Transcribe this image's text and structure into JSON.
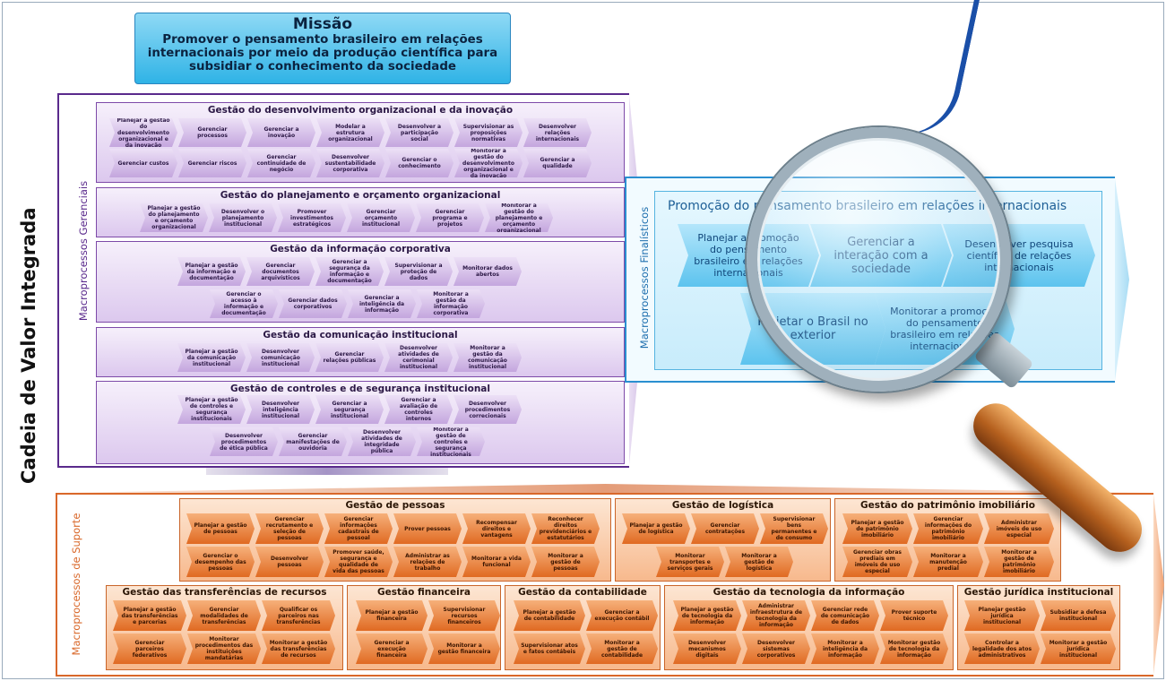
{
  "title": "Cadeia de Valor Integrada",
  "mission": {
    "heading": "Missão",
    "text": "Promover o pensamento brasileiro em relações internacionais por meio da produção científica para subsidiar o conhecimento da sociedade"
  },
  "gerenciais": {
    "label": "Macroprocessos Gerenciais",
    "groups": [
      {
        "title": "Gestão do desenvolvimento organizacional e da inovação",
        "rows": [
          [
            "Planejar a gestão do desenvolvimento organizacional e da inovação",
            "Gerenciar processos",
            "Gerenciar a inovação",
            "Modelar a estrutura organizacional",
            "Desenvolver a participação social",
            "Supervisionar as proposições normativas",
            "Desenvolver relações internacionais"
          ],
          [
            "Gerenciar custos",
            "Gerenciar riscos",
            "Gerenciar continuidade de negócio",
            "Desenvolver sustentabilidade corporativa",
            "Gerenciar o conhecimento",
            "Monitorar a gestão do desenvolvimento organizacional e da inovação",
            "Gerenciar a qualidade"
          ]
        ]
      },
      {
        "title": "Gestão do planejamento e orçamento organizacional",
        "rows": [
          [
            "Planejar a gestão do planejamento e orçamento organizacional",
            "Desenvolver o planejamento institucional",
            "Promover investimentos estratégicos",
            "Gerenciar orçamento institucional",
            "Gerenciar programa e projetos",
            "Monitorar a gestão do planejamento e orçamento organizacional"
          ]
        ]
      },
      {
        "title": "Gestão da informação corporativa",
        "rows": [
          [
            "Planejar a gestão da informação e documentação",
            "Gerenciar documentos arquivísticos",
            "Gerenciar a segurança da informação e documentação",
            "Supervisionar a proteção de dados",
            "Monitorar dados abertos"
          ],
          [
            "Gerenciar o acesso à informação e documentação",
            "Gerenciar dados corporativos",
            "Gerenciar a inteligência da informação",
            "Monitorar a gestão da informação corporativa"
          ]
        ]
      },
      {
        "title": "Gestão da comunicação institucional",
        "rows": [
          [
            "Planejar a gestão da comunicação institucional",
            "Desenvolver comunicação institucional",
            "Gerenciar relações públicas",
            "Desenvolver atividades de cerimonial institucional",
            "Monitorar a gestão da comunicação institucional"
          ]
        ]
      },
      {
        "title": "Gestão de controles e de segurança institucional",
        "rows": [
          [
            "Planejar a gestão de controles e segurança institucionais",
            "Desenvolver inteligência institucional",
            "Gerenciar a segurança institucional",
            "Gerenciar a avaliação de controles internos",
            "Desenvolver procedimentos correcionais"
          ],
          [
            "Desenvolver procedimentos de ética pública",
            "Gerenciar manifestações de ouvidoria",
            "Desenvolver atividades de integridade pública",
            "Monitorar a gestão de controles e segurança institucionais"
          ]
        ]
      }
    ]
  },
  "finalisticos": {
    "label": "Macroprocessos Finalísticos",
    "title": "Promoção do pensamento brasileiro em relações internacionais",
    "items": [
      "Planejar a promoção do pensamento brasileiro em relações internacionais",
      "Gerenciar a interação com a sociedade",
      "Desenvolver pesquisa científica de relações internacionais",
      "Projetar o Brasil no exterior",
      "Monitorar a promoção do pensamento brasileiro em relações internacionais"
    ]
  },
  "suporte": {
    "label": "Macroprocessos de Suporte",
    "groups": [
      {
        "title": "Gestão de pessoas",
        "rows": [
          [
            "Planejar a gestão de pessoas",
            "Gerenciar recrutamento e seleção de pessoas",
            "Gerenciar informações cadastrais de pessoal",
            "Prover pessoas",
            "Recompensar direitos e vantagens",
            "Reconhecer direitos previdenciários e estatutários"
          ],
          [
            "Gerenciar o desempenho das pessoas",
            "Desenvolver pessoas",
            "Promover saúde, segurança e qualidade de vida das pessoas",
            "Administrar as relações de trabalho",
            "Monitorar a vida funcional",
            "Monitorar a gestão de pessoas"
          ]
        ]
      },
      {
        "title": "Gestão de logística",
        "rows": [
          [
            "Planejar a gestão de logística",
            "Gerenciar contratações",
            "Supervisionar bens permanentes e de consumo"
          ],
          [
            "Monitorar transportes e serviços gerais",
            "Monitorar a gestão de logística"
          ]
        ]
      },
      {
        "title": "Gestão do patrimônio imobiliário",
        "rows": [
          [
            "Planejar a gestão de patrimônio imobiliário",
            "Gerenciar informações do patrimônio imobiliário",
            "Administrar imóveis de uso especial"
          ],
          [
            "Gerenciar obras prediais em imóveis de uso especial",
            "Monitorar a manutenção predial",
            "Monitorar a gestão de patrimônio imobiliário"
          ]
        ]
      },
      {
        "title": "Gestão das transferências de recursos",
        "rows": [
          [
            "Planejar a gestão das transferências e parcerias",
            "Gerenciar modalidades de transferências",
            "Qualificar os parceiros nas transferências"
          ],
          [
            "Gerenciar parceiros federativos",
            "Monitorar procedimentos das instituições mandatárias",
            "Monitorar a gestão das transferências de recursos"
          ]
        ]
      },
      {
        "title": "Gestão financeira",
        "rows": [
          [
            "Planejar a gestão financeira",
            "Supervisionar recursos financeiros"
          ],
          [
            "Gerenciar a execução financeira",
            "Monitorar a gestão financeira"
          ]
        ]
      },
      {
        "title": "Gestão da contabilidade",
        "rows": [
          [
            "Planejar a gestão de contabilidade",
            "Gerenciar a execução contábil"
          ],
          [
            "Supervisionar atos e fatos contábeis",
            "Monitorar a gestão de contabilidade"
          ]
        ]
      },
      {
        "title": "Gestão da tecnologia da informação",
        "rows": [
          [
            "Planejar a gestão de tecnologia da informação",
            "Administrar infraestrutura de tecnologia da informação",
            "Gerenciar rede de comunicação de dados",
            "Prover suporte técnico"
          ],
          [
            "Desenvolver mecanismos digitais",
            "Desenvolver sistemas corporativos",
            "Monitorar a inteligência da informação",
            "Monitorar gestão de tecnologia da informação"
          ]
        ]
      },
      {
        "title": "Gestão jurídica institucional",
        "rows": [
          [
            "Planejar gestão jurídica institucional",
            "Subsidiar a defesa institucional"
          ],
          [
            "Controlar a legalidade dos atos administrativos",
            "Monitorar a gestão jurídica institucional"
          ]
        ]
      }
    ]
  },
  "colors": {
    "gerencial": "#5a2a8c",
    "finalistico": "#2a8fd0",
    "suporte": "#d9682a",
    "mission": "#2fb3e6"
  }
}
